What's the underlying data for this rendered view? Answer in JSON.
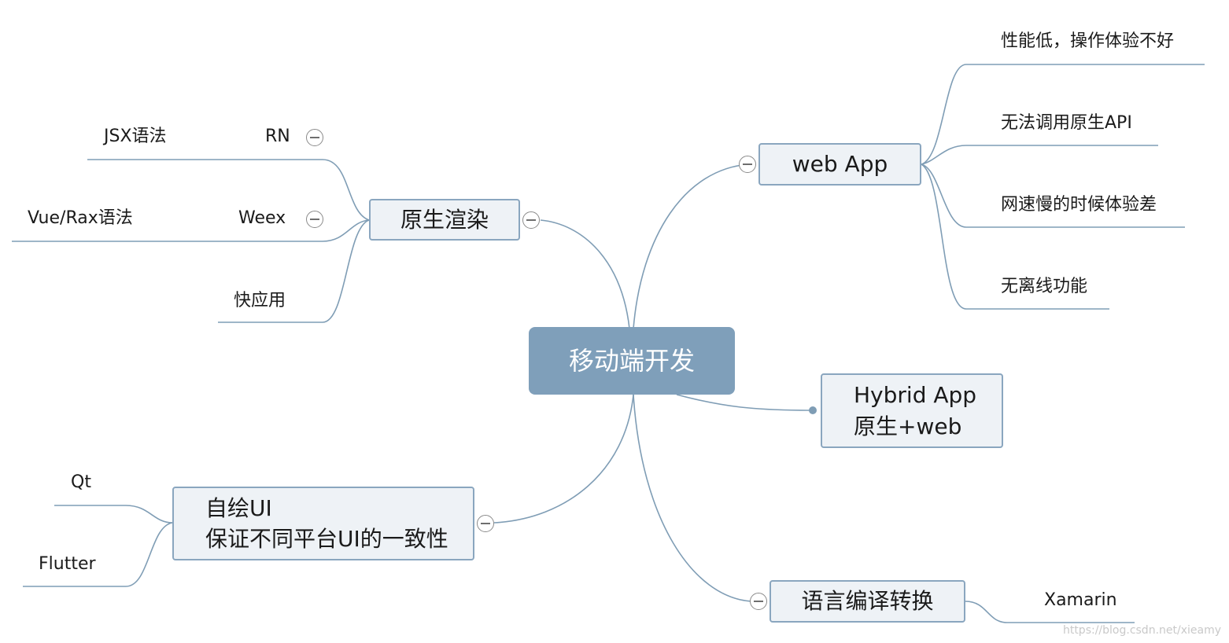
{
  "center": {
    "label": "移动端开发"
  },
  "web_app": {
    "label": "web App",
    "children": [
      "性能低，操作体验不好",
      "无法调用原生API",
      "网速慢的时候体验差",
      "无离线功能"
    ]
  },
  "native_render": {
    "label": "原生渲染",
    "children": [
      {
        "label": "RN",
        "sub": "JSX语法"
      },
      {
        "label": "Weex",
        "sub": "Vue/Rax语法"
      },
      {
        "label": "快应用"
      }
    ]
  },
  "hybrid": {
    "line1": "Hybrid App",
    "line2": "原生+web"
  },
  "self_draw": {
    "line1": "自绘UI",
    "line2": "保证不同平台UI的一致性",
    "children": [
      "Qt",
      "Flutter"
    ]
  },
  "compile": {
    "label": "语言编译转换",
    "children": [
      "Xamarin"
    ]
  },
  "watermark": "https://blog.csdn.net/xieamy",
  "colors": {
    "center_fill": "#7f9fba",
    "node_fill": "#eef2f6",
    "node_border": "#8aa6bf",
    "connector": "#7f9db5"
  }
}
